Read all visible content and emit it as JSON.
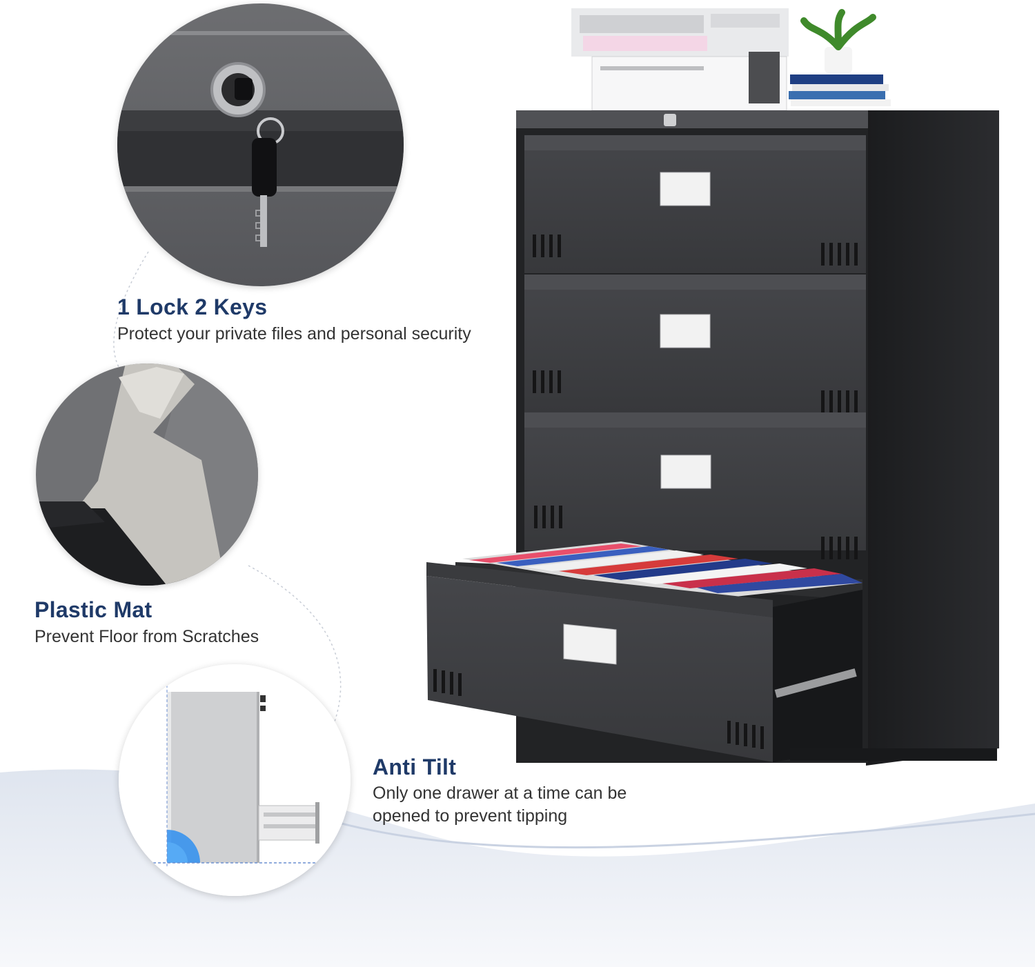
{
  "colors": {
    "title_blue": "#1f3a68",
    "body_text": "#333333",
    "cabinet_body": "#2a2b2d",
    "drawer_face": "#3b3c3f",
    "wave": "#e7ebf3"
  },
  "features": [
    {
      "title": "1 Lock 2 Keys",
      "description": "Protect your private files and personal security",
      "icon": "lock-and-key-closeup"
    },
    {
      "title": "Plastic Mat",
      "description": "Prevent Floor from Scratches",
      "icon": "corner-mat-closeup"
    },
    {
      "title": "Anti Tilt",
      "description": "Only one drawer at a time can be opened to prevent tipping",
      "icon": "anti-tilt-diagram"
    }
  ]
}
